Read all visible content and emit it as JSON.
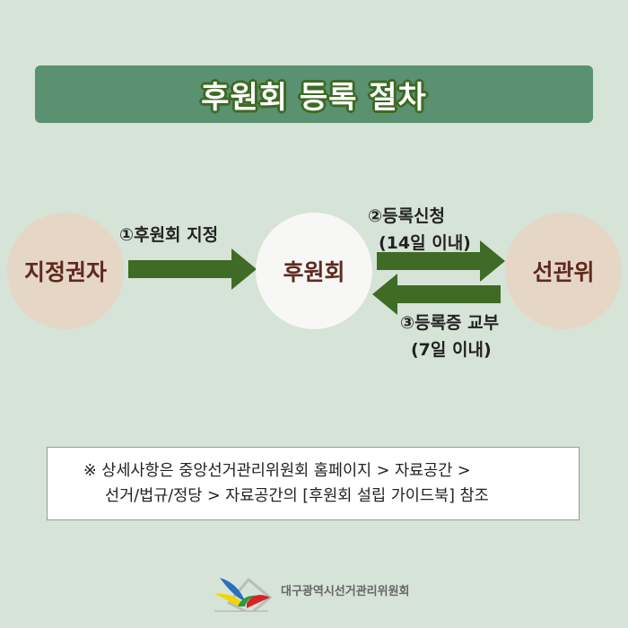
{
  "title": "후원회 등록 절차",
  "nodes": {
    "left": "지정권자",
    "center": "후원회",
    "right": "선관위"
  },
  "steps": {
    "step1": "①후원회 지정",
    "step2": "②등록신청",
    "step2_sub": "(14일 이내)",
    "step3": "③등록증 교부",
    "step3_sub": "(7일 이내)"
  },
  "note": {
    "line1": "※ 상세사항은 중앙선거관리위원회 홈페이지 > 자료공간 >",
    "line2": "선거/법규/정당 > 자료공간의 [후원회 설립 가이드북] 참조"
  },
  "footer": {
    "org": "대구광역시선거관리위원회"
  },
  "colors": {
    "arrow": "#3f6b26",
    "banner": "#5a9170",
    "node": "#e6d6c6"
  }
}
